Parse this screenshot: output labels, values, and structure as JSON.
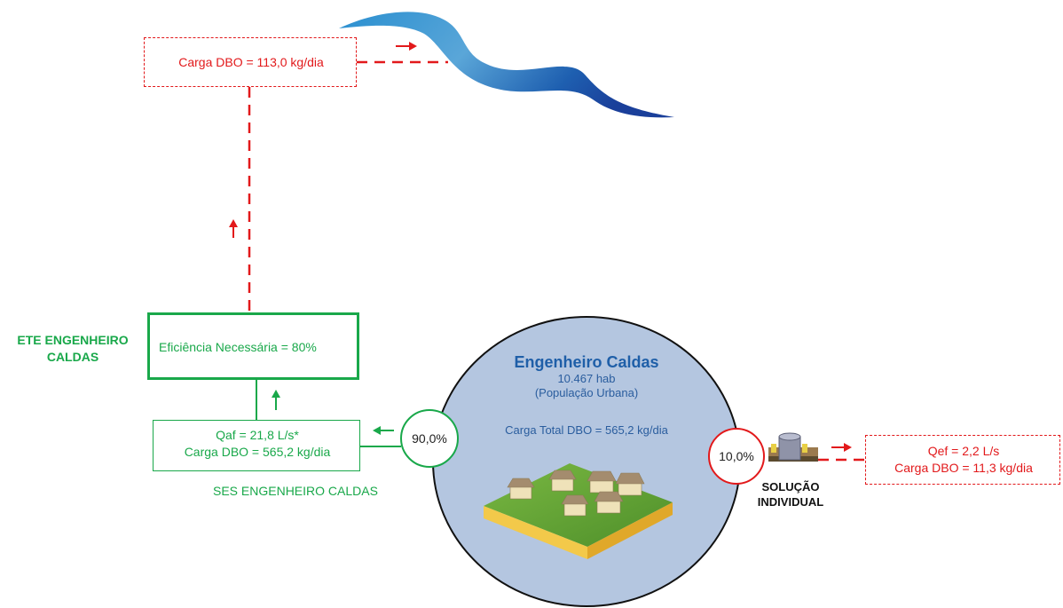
{
  "river_load": {
    "label": "Carga DBO = 113,0 kg/dia"
  },
  "ete": {
    "name": "ETE ENGENHEIRO CALDAS",
    "efficiency": "Eficiência Necessária  = 80%"
  },
  "ses": {
    "flow": "Qaf = 21,8 L/s*",
    "load": "Carga DBO = 565,2 kg/dia",
    "name": "SES ENGENHEIRO CALDAS",
    "share": "90,0%"
  },
  "city": {
    "name": "Engenheiro Caldas",
    "population": "10.467 hab",
    "population_note": "(População Urbana)",
    "total_load": "Carga Total DBO = 565,2  kg/dia"
  },
  "individual": {
    "share": "10,0%",
    "label": "SOLUÇÃO INDIVIDUAL",
    "flow": "Qef = 2,2 L/s",
    "load": "Carga DBO = 11,3 kg/dia"
  },
  "colors": {
    "red": "#e2191b",
    "green": "#19a84a",
    "city_circle": "#b4c6e0",
    "city_title": "#1f5fa8"
  },
  "icons": [
    "river-icon",
    "village-icon",
    "septic-tank-icon",
    "arrow-icon"
  ]
}
